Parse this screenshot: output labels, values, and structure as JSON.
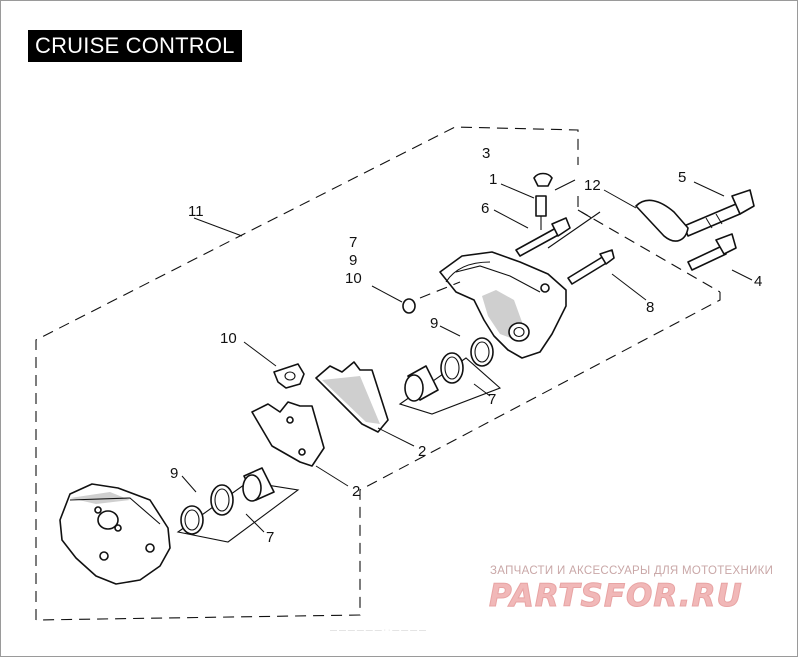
{
  "title": "CRUISE CONTROL",
  "callouts": {
    "c1": "1",
    "c2a": "2",
    "c2b": "2",
    "c3": "3",
    "c4": "4",
    "c5": "5",
    "c6": "6",
    "c7top": "7",
    "c7a": "7",
    "c7b": "7",
    "c8": "8",
    "c9top": "9",
    "c9a": "9",
    "c9b": "9",
    "c10top": "10",
    "c10": "10",
    "c11": "11",
    "c12": "12"
  },
  "watermark": {
    "subtitle": "ЗАПЧАСТИ И АКСЕССУАРЫ ДЛЯ МОТОТЕХНИКИ",
    "logo": "PARTSFOR.RU"
  },
  "footer_code": "— — — — — — · · — — — —"
}
